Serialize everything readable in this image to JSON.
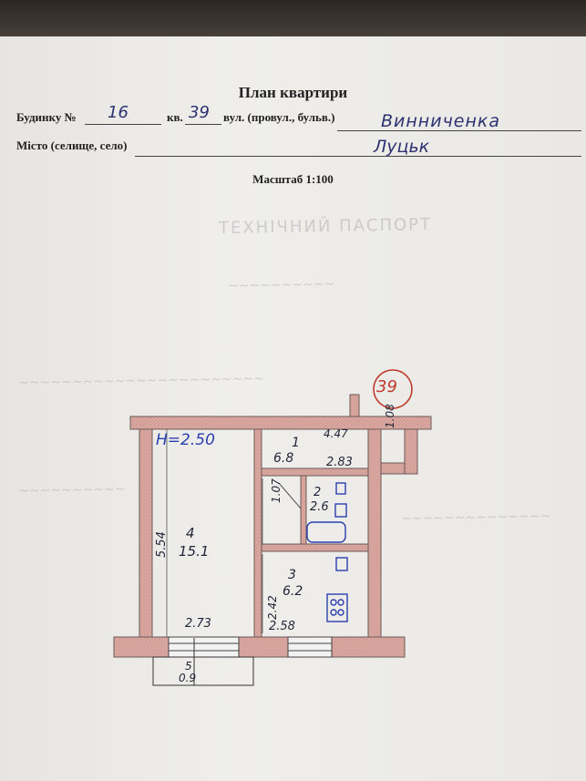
{
  "header": {
    "title": "План квартири",
    "house_label": "Будинку №",
    "house_number": "16",
    "apt_label": "кв.",
    "apt_number": "39",
    "street_label": "вул. (провул., бульв.)",
    "street_value": "Винниченка",
    "city_label": "Місто (селище, село)",
    "city_value": "Луцьк",
    "scale": "Масштаб 1:100"
  },
  "stamp": {
    "number": "39"
  },
  "plan": {
    "ceiling_height": "Н=2.50",
    "dims": {
      "top_right": "4.47",
      "right_short": "1.08",
      "room1_inner": "2.83",
      "room4_left": "5.54",
      "room4_bottom": "2.73",
      "room2_left": "1.07",
      "room3_left": "2.42",
      "room3_bottom": "2.58"
    },
    "rooms": [
      {
        "id": "1",
        "area": "6.8"
      },
      {
        "id": "2",
        "area": "2.6"
      },
      {
        "id": "3",
        "area": "6.2"
      },
      {
        "id": "4",
        "area": "15.1"
      },
      {
        "id": "5",
        "area": "0.9"
      }
    ]
  },
  "colors": {
    "wall": "#d9a8a0",
    "wall_stroke": "#6b5a58",
    "ink_blue": "#2a3fb0",
    "stamp_red": "#c0392b"
  }
}
